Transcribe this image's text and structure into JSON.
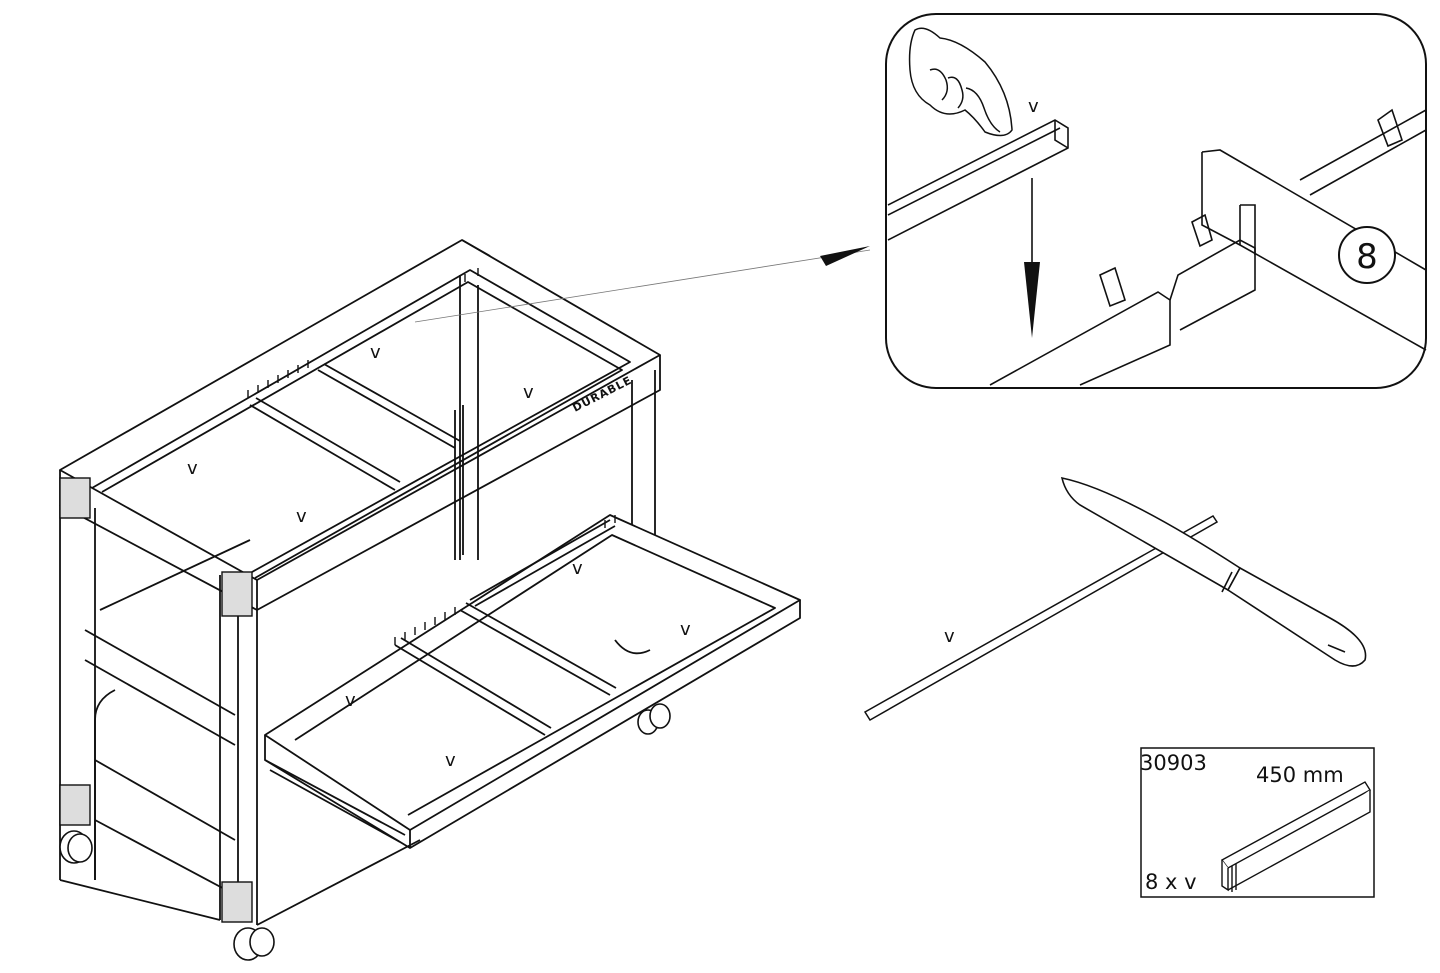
{
  "cart": {
    "brand": "DURABLE",
    "labels": [
      "v",
      "v",
      "v",
      "v",
      "v",
      "v",
      "v",
      "v"
    ]
  },
  "detail": {
    "label": "v",
    "step_number": "8"
  },
  "tools": {
    "rod_label": "v"
  },
  "parts_box": {
    "article_number": "30903",
    "length": "450 mm",
    "quantity": "8 x v"
  }
}
